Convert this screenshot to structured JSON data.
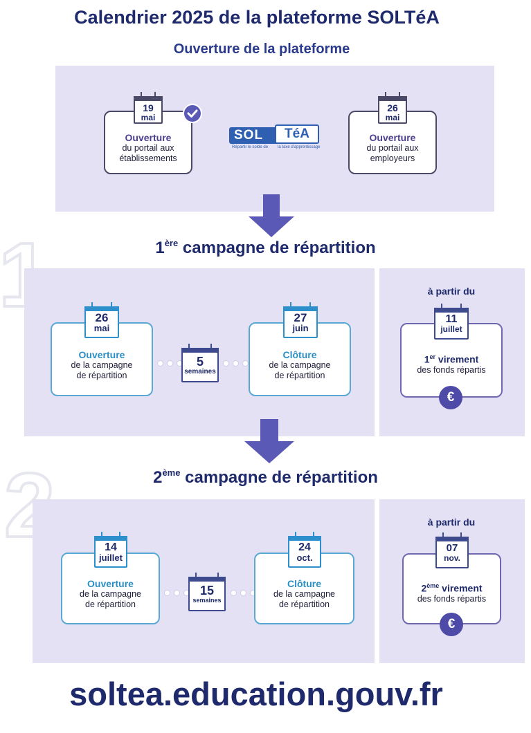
{
  "title": "Calendrier 2025 de la plateforme SOLTéA",
  "ouverture": {
    "heading": "Ouverture de la plateforme",
    "left_card": {
      "day": "19",
      "month": "mai",
      "line1": "Ouverture",
      "line2": "du portail aux",
      "line3": "établissements"
    },
    "right_card": {
      "day": "26",
      "month": "mai",
      "line1": "Ouverture",
      "line2": "du portail aux",
      "line3": "employeurs"
    },
    "logo": {
      "sol": "SOL",
      "tea": "TéA",
      "tagline_left": "Répartir le solde de",
      "tagline_right": "la taxe d'apprentissage"
    }
  },
  "campagne1": {
    "digit": "1",
    "title_num": "1",
    "title_sup": "ère",
    "title_rest": " campagne de répartition",
    "open": {
      "day": "26",
      "month": "mai",
      "line1": "Ouverture",
      "line2": "de la campagne",
      "line3": "de répartition"
    },
    "duration": {
      "num": "5",
      "unit": "semaines"
    },
    "close": {
      "day": "27",
      "month": "juin",
      "line1": "Clôture",
      "line2": "de la campagne",
      "line3": "de répartition"
    },
    "virement": {
      "a_partir": "à partir du",
      "day": "11",
      "month": "juillet",
      "num": "1",
      "sup": "er",
      "word": " virement",
      "line2": "des fonds répartis",
      "euro": "€"
    }
  },
  "campagne2": {
    "digit": "2",
    "title_num": "2",
    "title_sup": "ème",
    "title_rest": " campagne de répartition",
    "open": {
      "day": "14",
      "month": "juillet",
      "line1": "Ouverture",
      "line2": "de la campagne",
      "line3": "de répartition"
    },
    "duration": {
      "num": "15",
      "unit": "semaines"
    },
    "close": {
      "day": "24",
      "month": "oct.",
      "line1": "Clôture",
      "line2": "de la campagne",
      "line3": "de répartition"
    },
    "virement": {
      "a_partir": "à partir du",
      "day": "07",
      "month": "nov.",
      "num": "2",
      "sup": "ème",
      "word": " virement",
      "line2": "des fonds répartis",
      "euro": "€"
    }
  },
  "url": "soltea.education.gouv.fr",
  "colors": {
    "navy": "#1e2a6b",
    "panel": "#e3e1f3",
    "accent_blue": "#2a8fc6",
    "accent_purple": "#4b3f8f",
    "arrow": "#5a59b5"
  }
}
